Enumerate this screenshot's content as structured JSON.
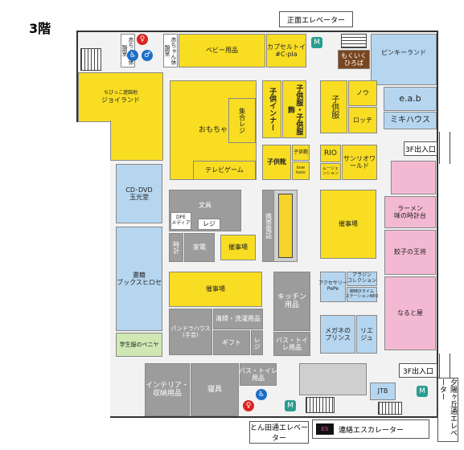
{
  "floor_label": "3階",
  "labels": {
    "top_elevator": "正面エレベーター",
    "bottom_elevator": "とん田通エレベーター",
    "right_elevator": "夕陽ヶ丘通エレベーター",
    "escalator": "連絡エスカレーター",
    "exit_top": "3F出入口",
    "exit_bottom": "3F出入口"
  },
  "rooms": {
    "nursing": "赤ちゃん休憩室",
    "baby": "ベビー用品",
    "cpla": "カプセルトイ\n#C-pla",
    "mokumoku": "もくいく\nひろば",
    "pinky": "ピンキーランド",
    "joyland_sub": "ちびっこ遊園地",
    "joyland": "ジョイランド",
    "toys": "おもちゃ",
    "reg": "集合レジ",
    "tvgame": "テレビゲーム",
    "kidsinner": "子供インナー",
    "kidswear_acc": "子供服・子供服飾",
    "kidswear": "子供服",
    "nou": "ノウ",
    "lotsu": "ロッチ",
    "eab": "e.a.b",
    "mikihouse": "ミキハウス",
    "kidsshoes": "子供靴",
    "kidsbags": "子供鞄",
    "love": "love toxic",
    "rio": "RIO",
    "mujin": "ムージェンション",
    "sanrio": "サンリオワールド",
    "cd": "CD･DVD\n玉光堂",
    "stationery": "文具",
    "dpe": "DPE\nメディア",
    "reji": "レジ",
    "phone": "携帯電話",
    "event1": "催事場",
    "ramen": "ラーメン\n味の時計台",
    "clock": "時計",
    "elec": "家電",
    "event2": "催事場",
    "gyoza": "餃子の王将",
    "books": "書籍\nブックスヒロセ",
    "event3": "催事場",
    "kitchen": "キッチン用品",
    "accessory": "アクセサリー\nPePe",
    "aladdin": "アラジン\nコレクション",
    "time": "腕時計タイム\nステーションNEO",
    "narutoya": "なると屋",
    "pandora": "パンドラハウス\n(手芸)",
    "cleaning": "清掃・洗濯用品",
    "gift": "ギフト",
    "reji2": "レジ",
    "bath": "バス・トイレ用品",
    "glasses": "メガネの\nプリンス",
    "riege": "リエ\nジュ",
    "school": "学生服のベニヤ",
    "interior": "インテリア・\n収納用品",
    "bedding": "寝具",
    "bath2": "バス・トイレ\n用品",
    "jtb": "JTB"
  },
  "icons": [
    "restroom-icon",
    "accessible-icon",
    "elevator-icon"
  ]
}
